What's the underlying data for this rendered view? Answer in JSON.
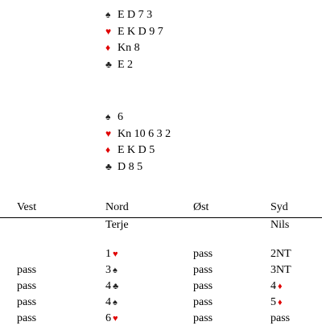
{
  "hands": {
    "north": [
      {
        "suit_symbol": "♠",
        "color": "black",
        "cards": "E D 7 3"
      },
      {
        "suit_symbol": "♥",
        "color": "red",
        "cards": "E K D 9 7"
      },
      {
        "suit_symbol": "♦",
        "color": "red",
        "cards": "Kn 8"
      },
      {
        "suit_symbol": "♣",
        "color": "black",
        "cards": "E 2"
      }
    ],
    "south": [
      {
        "suit_symbol": "♠",
        "color": "black",
        "cards": "6"
      },
      {
        "suit_symbol": "♥",
        "color": "red",
        "cards": "Kn 10 6 3 2"
      },
      {
        "suit_symbol": "♦",
        "color": "red",
        "cards": "E K D 5"
      },
      {
        "suit_symbol": "♣",
        "color": "black",
        "cards": "D 8 5"
      }
    ]
  },
  "auction": {
    "headers": [
      "Vest",
      "Nord",
      "Øst",
      "Syd"
    ],
    "players": [
      "",
      "Terje",
      "",
      "Nils"
    ],
    "rounds": [
      [
        "",
        {
          "level": "1",
          "suit": "♥",
          "color": "red"
        },
        "pass",
        "2NT"
      ],
      [
        "pass",
        {
          "level": "3",
          "suit": "♠",
          "color": "black"
        },
        "pass",
        "3NT"
      ],
      [
        "pass",
        {
          "level": "4",
          "suit": "♣",
          "color": "black"
        },
        "pass",
        {
          "level": "4",
          "suit": "♦",
          "color": "red"
        }
      ],
      [
        "pass",
        {
          "level": "4",
          "suit": "♠",
          "color": "black"
        },
        "pass",
        {
          "level": "5",
          "suit": "♦",
          "color": "red"
        }
      ],
      [
        "pass",
        {
          "level": "6",
          "suit": "♥",
          "color": "red"
        },
        "pass",
        "pass"
      ]
    ]
  },
  "colors": {
    "red": "#e00000",
    "black": "#222222"
  }
}
